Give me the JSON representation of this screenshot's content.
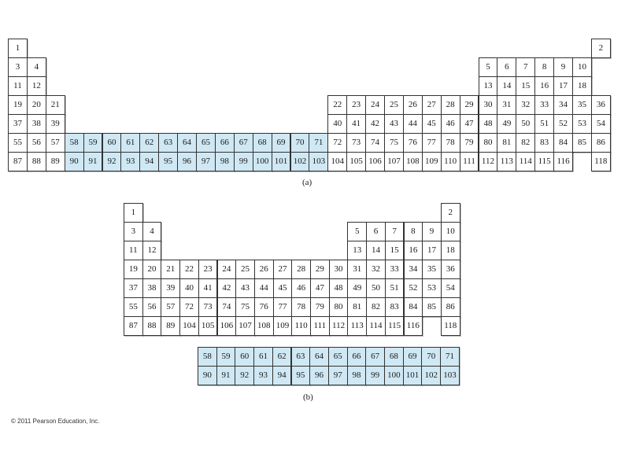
{
  "figure_a": {
    "caption": "(a)",
    "rows": [
      [
        [
          "1",
          0,
          "w"
        ],
        [
          "2",
          31,
          "w"
        ]
      ],
      [
        [
          "3",
          0,
          "w"
        ],
        [
          "4",
          1,
          "w"
        ],
        [
          "5",
          25,
          "w"
        ],
        [
          "6",
          26,
          "w"
        ],
        [
          "7",
          27,
          "w"
        ],
        [
          "8",
          28,
          "w"
        ],
        [
          "9",
          29,
          "w"
        ],
        [
          "10",
          30,
          "w"
        ]
      ],
      [
        [
          "11",
          0,
          "w"
        ],
        [
          "12",
          1,
          "w"
        ],
        [
          "13",
          25,
          "w"
        ],
        [
          "14",
          26,
          "w"
        ],
        [
          "15",
          27,
          "w"
        ],
        [
          "16",
          28,
          "w"
        ],
        [
          "17",
          29,
          "w"
        ],
        [
          "18",
          30,
          "w"
        ]
      ],
      [
        [
          "19",
          0,
          "w"
        ],
        [
          "20",
          1,
          "w"
        ],
        [
          "21",
          2,
          "w"
        ],
        [
          "22",
          17,
          "w"
        ],
        [
          "23",
          18,
          "w"
        ],
        [
          "24",
          19,
          "w"
        ],
        [
          "25",
          20,
          "w"
        ],
        [
          "26",
          21,
          "w"
        ],
        [
          "27",
          22,
          "w"
        ],
        [
          "28",
          23,
          "w"
        ],
        [
          "29",
          24,
          "w"
        ],
        [
          "30",
          25,
          "w"
        ],
        [
          "31",
          26,
          "w"
        ],
        [
          "32",
          27,
          "w"
        ],
        [
          "33",
          28,
          "w"
        ],
        [
          "34",
          29,
          "w"
        ],
        [
          "35",
          30,
          "w"
        ],
        [
          "36",
          31,
          "w"
        ]
      ],
      [
        [
          "37",
          0,
          "w"
        ],
        [
          "38",
          1,
          "w"
        ],
        [
          "39",
          2,
          "w"
        ],
        [
          "40",
          17,
          "w"
        ],
        [
          "41",
          18,
          "w"
        ],
        [
          "42",
          19,
          "w"
        ],
        [
          "43",
          20,
          "w"
        ],
        [
          "44",
          21,
          "w"
        ],
        [
          "45",
          22,
          "w"
        ],
        [
          "46",
          23,
          "w"
        ],
        [
          "47",
          24,
          "w"
        ],
        [
          "48",
          25,
          "w"
        ],
        [
          "49",
          26,
          "w"
        ],
        [
          "50",
          27,
          "w"
        ],
        [
          "51",
          28,
          "w"
        ],
        [
          "52",
          29,
          "w"
        ],
        [
          "53",
          30,
          "w"
        ],
        [
          "54",
          31,
          "w"
        ]
      ],
      [
        [
          "55",
          0,
          "w"
        ],
        [
          "56",
          1,
          "w"
        ],
        [
          "57",
          2,
          "w"
        ],
        [
          "58",
          3,
          "b"
        ],
        [
          "59",
          4,
          "b"
        ],
        [
          "60",
          5,
          "b"
        ],
        [
          "61",
          6,
          "b"
        ],
        [
          "62",
          7,
          "b"
        ],
        [
          "63",
          8,
          "b"
        ],
        [
          "64",
          9,
          "b"
        ],
        [
          "65",
          10,
          "b"
        ],
        [
          "66",
          11,
          "b"
        ],
        [
          "67",
          12,
          "b"
        ],
        [
          "68",
          13,
          "b"
        ],
        [
          "69",
          14,
          "b"
        ],
        [
          "70",
          15,
          "b"
        ],
        [
          "71",
          16,
          "b"
        ],
        [
          "72",
          17,
          "w"
        ],
        [
          "73",
          18,
          "w"
        ],
        [
          "74",
          19,
          "w"
        ],
        [
          "75",
          20,
          "w"
        ],
        [
          "76",
          21,
          "w"
        ],
        [
          "77",
          22,
          "w"
        ],
        [
          "78",
          23,
          "w"
        ],
        [
          "79",
          24,
          "w"
        ],
        [
          "80",
          25,
          "w"
        ],
        [
          "81",
          26,
          "w"
        ],
        [
          "82",
          27,
          "w"
        ],
        [
          "83",
          28,
          "w"
        ],
        [
          "84",
          29,
          "w"
        ],
        [
          "85",
          30,
          "w"
        ],
        [
          "86",
          31,
          "w"
        ]
      ],
      [
        [
          "87",
          0,
          "w"
        ],
        [
          "88",
          1,
          "w"
        ],
        [
          "89",
          2,
          "w"
        ],
        [
          "90",
          3,
          "b"
        ],
        [
          "91",
          4,
          "b"
        ],
        [
          "92",
          5,
          "b"
        ],
        [
          "93",
          6,
          "b"
        ],
        [
          "94",
          7,
          "b"
        ],
        [
          "95",
          8,
          "b"
        ],
        [
          "96",
          9,
          "b"
        ],
        [
          "97",
          10,
          "b"
        ],
        [
          "98",
          11,
          "b"
        ],
        [
          "99",
          12,
          "b"
        ],
        [
          "100",
          13,
          "b"
        ],
        [
          "101",
          14,
          "b"
        ],
        [
          "102",
          15,
          "b"
        ],
        [
          "103",
          16,
          "b"
        ],
        [
          "104",
          17,
          "w"
        ],
        [
          "105",
          18,
          "w"
        ],
        [
          "106",
          19,
          "w"
        ],
        [
          "107",
          20,
          "w"
        ],
        [
          "108",
          21,
          "w"
        ],
        [
          "109",
          22,
          "w"
        ],
        [
          "110",
          23,
          "w"
        ],
        [
          "111",
          24,
          "w"
        ],
        [
          "112",
          25,
          "w"
        ],
        [
          "113",
          26,
          "w"
        ],
        [
          "114",
          27,
          "w"
        ],
        [
          "115",
          28,
          "w"
        ],
        [
          "116",
          29,
          "w"
        ],
        [
          "118",
          31,
          "w"
        ]
      ]
    ]
  },
  "figure_b": {
    "caption": "(b)",
    "rows": [
      [
        [
          "1",
          0,
          "w"
        ],
        [
          "2",
          17,
          "w"
        ]
      ],
      [
        [
          "3",
          0,
          "w"
        ],
        [
          "4",
          1,
          "w"
        ],
        [
          "5",
          12,
          "w"
        ],
        [
          "6",
          13,
          "w"
        ],
        [
          "7",
          14,
          "w"
        ],
        [
          "8",
          15,
          "w"
        ],
        [
          "9",
          16,
          "w"
        ],
        [
          "10",
          17,
          "w"
        ]
      ],
      [
        [
          "11",
          0,
          "w"
        ],
        [
          "12",
          1,
          "w"
        ],
        [
          "13",
          12,
          "w"
        ],
        [
          "14",
          13,
          "w"
        ],
        [
          "15",
          14,
          "w"
        ],
        [
          "16",
          15,
          "w"
        ],
        [
          "17",
          16,
          "w"
        ],
        [
          "18",
          17,
          "w"
        ]
      ],
      [
        [
          "19",
          0,
          "w"
        ],
        [
          "20",
          1,
          "w"
        ],
        [
          "21",
          2,
          "w"
        ],
        [
          "22",
          3,
          "w"
        ],
        [
          "23",
          4,
          "w"
        ],
        [
          "24",
          5,
          "w"
        ],
        [
          "25",
          6,
          "w"
        ],
        [
          "26",
          7,
          "w"
        ],
        [
          "27",
          8,
          "w"
        ],
        [
          "28",
          9,
          "w"
        ],
        [
          "29",
          10,
          "w"
        ],
        [
          "30",
          11,
          "w"
        ],
        [
          "31",
          12,
          "w"
        ],
        [
          "32",
          13,
          "w"
        ],
        [
          "33",
          14,
          "w"
        ],
        [
          "34",
          15,
          "w"
        ],
        [
          "35",
          16,
          "w"
        ],
        [
          "36",
          17,
          "w"
        ]
      ],
      [
        [
          "37",
          0,
          "w"
        ],
        [
          "38",
          1,
          "w"
        ],
        [
          "39",
          2,
          "w"
        ],
        [
          "40",
          3,
          "w"
        ],
        [
          "41",
          4,
          "w"
        ],
        [
          "42",
          5,
          "w"
        ],
        [
          "43",
          6,
          "w"
        ],
        [
          "44",
          7,
          "w"
        ],
        [
          "45",
          8,
          "w"
        ],
        [
          "46",
          9,
          "w"
        ],
        [
          "47",
          10,
          "w"
        ],
        [
          "48",
          11,
          "w"
        ],
        [
          "49",
          12,
          "w"
        ],
        [
          "50",
          13,
          "w"
        ],
        [
          "51",
          14,
          "w"
        ],
        [
          "52",
          15,
          "w"
        ],
        [
          "53",
          16,
          "w"
        ],
        [
          "54",
          17,
          "w"
        ]
      ],
      [
        [
          "55",
          0,
          "w"
        ],
        [
          "56",
          1,
          "w"
        ],
        [
          "57",
          2,
          "w"
        ],
        [
          "72",
          3,
          "w"
        ],
        [
          "73",
          4,
          "w"
        ],
        [
          "74",
          5,
          "w"
        ],
        [
          "75",
          6,
          "w"
        ],
        [
          "76",
          7,
          "w"
        ],
        [
          "77",
          8,
          "w"
        ],
        [
          "78",
          9,
          "w"
        ],
        [
          "79",
          10,
          "w"
        ],
        [
          "80",
          11,
          "w"
        ],
        [
          "81",
          12,
          "w"
        ],
        [
          "82",
          13,
          "w"
        ],
        [
          "83",
          14,
          "w"
        ],
        [
          "84",
          15,
          "w"
        ],
        [
          "85",
          16,
          "w"
        ],
        [
          "86",
          17,
          "w"
        ]
      ],
      [
        [
          "87",
          0,
          "w"
        ],
        [
          "88",
          1,
          "w"
        ],
        [
          "89",
          2,
          "w"
        ],
        [
          "104",
          3,
          "w"
        ],
        [
          "105",
          4,
          "w"
        ],
        [
          "106",
          5,
          "w"
        ],
        [
          "107",
          6,
          "w"
        ],
        [
          "108",
          7,
          "w"
        ],
        [
          "109",
          8,
          "w"
        ],
        [
          "110",
          9,
          "w"
        ],
        [
          "111",
          10,
          "w"
        ],
        [
          "112",
          11,
          "w"
        ],
        [
          "113",
          12,
          "w"
        ],
        [
          "114",
          13,
          "w"
        ],
        [
          "115",
          14,
          "w"
        ],
        [
          "116",
          15,
          "w"
        ],
        [
          "118",
          17,
          "w"
        ]
      ]
    ],
    "f_block": [
      [
        "58",
        "59",
        "60",
        "61",
        "62",
        "63",
        "64",
        "65",
        "66",
        "67",
        "68",
        "69",
        "70",
        "71"
      ],
      [
        "90",
        "91",
        "92",
        "93",
        "94",
        "95",
        "96",
        "97",
        "98",
        "99",
        "100",
        "101",
        "102",
        "103"
      ]
    ]
  },
  "copyright": "© 2011 Pearson Education, Inc.",
  "colors": {
    "f_block": "#cfe8f3",
    "border": "#333333"
  }
}
